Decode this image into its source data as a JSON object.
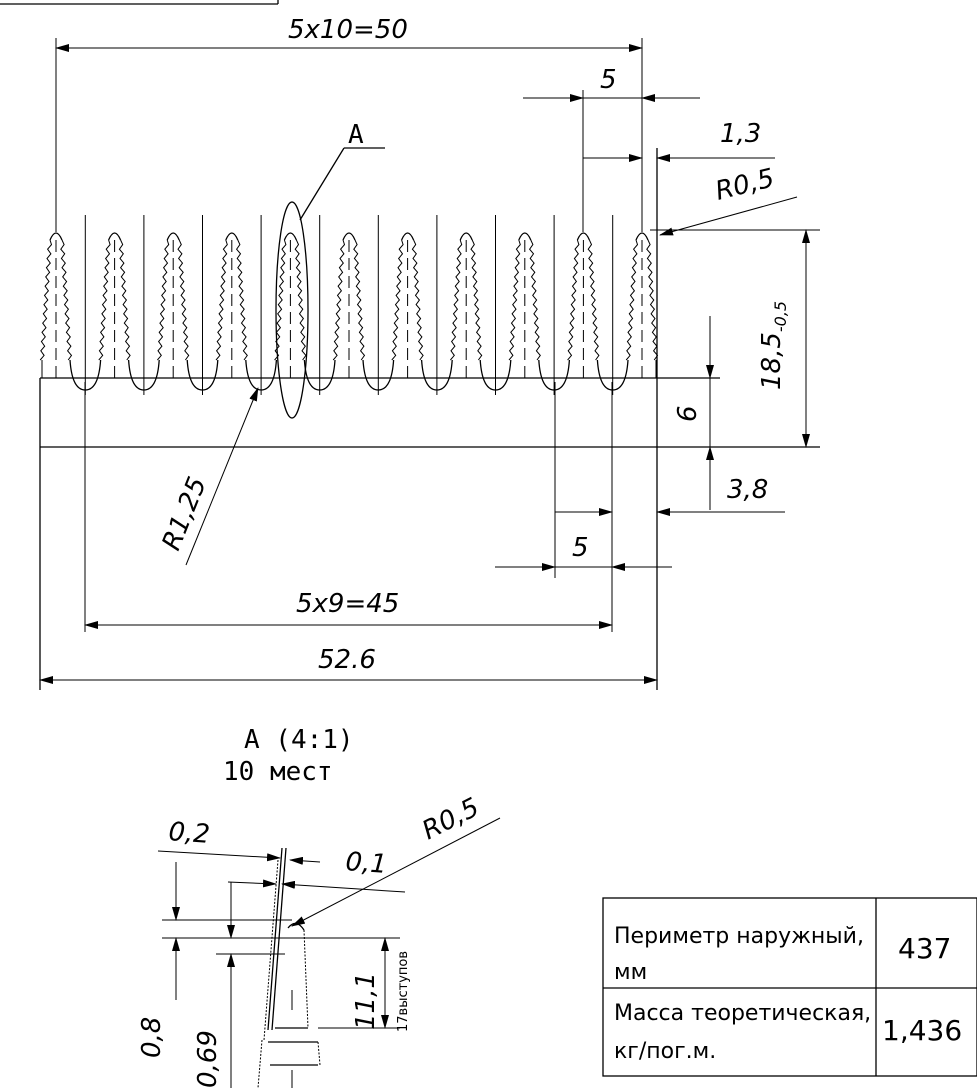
{
  "dimensions": {
    "fin_pitch": "5x10=50",
    "fin_spacing_top": "5",
    "fin_tip_offset": "1,3",
    "tip_radius": "R0,5",
    "callout": "A",
    "fin_height": "18,5",
    "fin_height_tol": "-0,5",
    "base_thickness": "6",
    "base_offset": "3,8",
    "root_radius": "R1,25",
    "fin_spacing_bottom": "5",
    "root_pitch": "5x9=45",
    "overall_width": "52.6"
  },
  "detail": {
    "title": "A (4:1)",
    "subtitle": "10 мест",
    "d_0_2": "0,2",
    "d_0_1": "0,1",
    "d_r0_5": "R0,5",
    "d_0_8": "0,8",
    "d_0_69": "0,69",
    "d_11_1": "11,1",
    "note": "17выступов"
  },
  "table": {
    "rows": [
      {
        "label_line1": "Периметр наружный,",
        "label_line2": "мм",
        "value": "437"
      },
      {
        "label_line1": "Масса теоретическая,",
        "label_line2": "кг/пог.м.",
        "value": "1,436"
      }
    ]
  }
}
